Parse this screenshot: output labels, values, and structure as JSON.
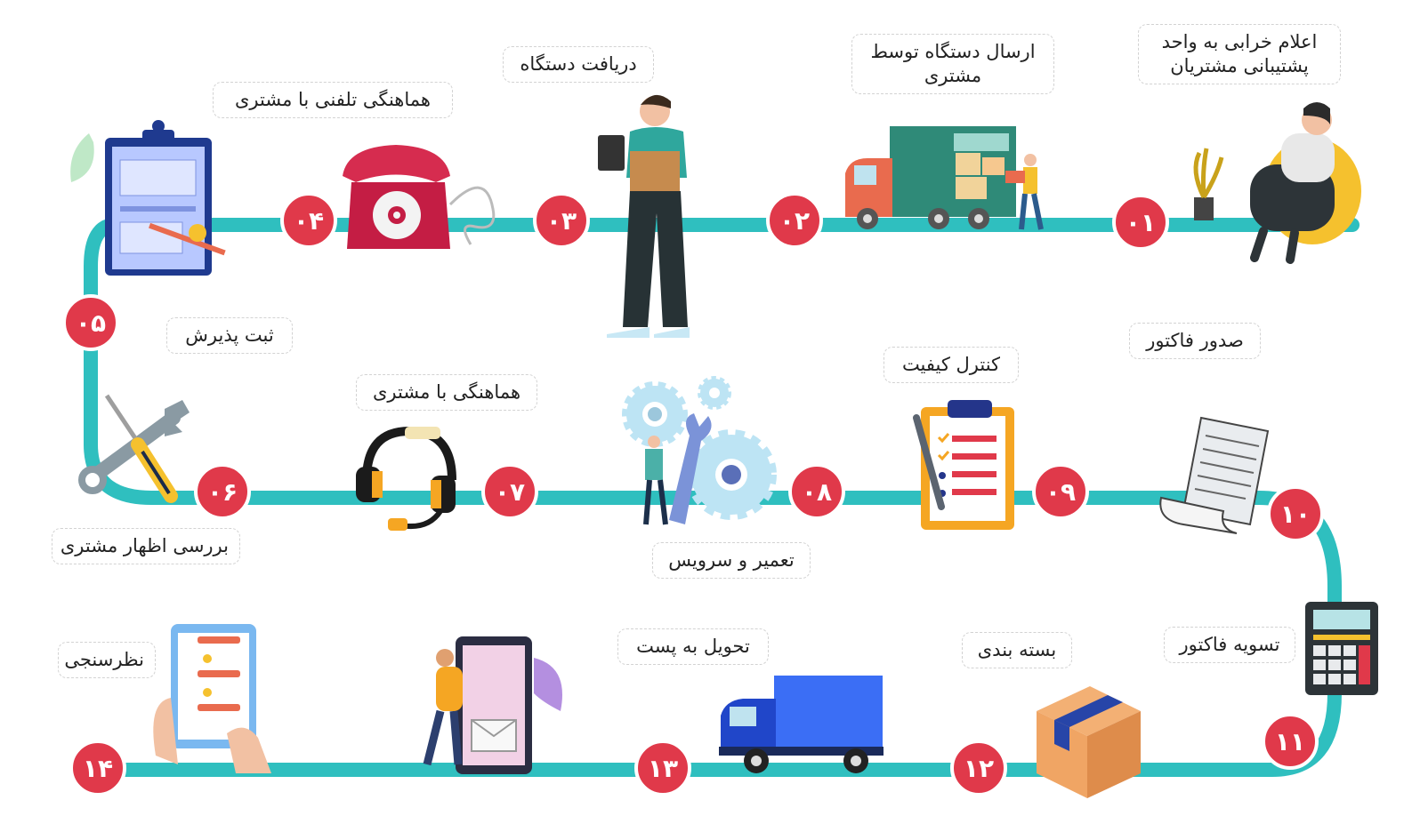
{
  "colors": {
    "path": "#2fbfbf",
    "badge": "#e0394a",
    "badge_border": "#ffffff"
  },
  "steps": [
    {
      "num": "۰۱",
      "label": "اعلام خرابی به واحد\nپشتیبانی مشتریان",
      "icon": "sitting-woman-phone-icon"
    },
    {
      "num": "۰۲",
      "label": "ارسال دستگاه توسط\nمشتری",
      "icon": "moving-truck-icon"
    },
    {
      "num": "۰۳",
      "label": "دریافت دستگاه",
      "icon": "man-receiving-box-icon"
    },
    {
      "num": "۰۴",
      "label": "هماهنگی تلفنی با مشتری",
      "icon": "rotary-phone-icon"
    },
    {
      "num": "۰۵",
      "label": "ثبت پذیرش",
      "icon": "clipboard-form-icon"
    },
    {
      "num": "۰۶",
      "label": "بررسی اظهار مشتری",
      "icon": "wrench-screwdriver-icon"
    },
    {
      "num": "۰۷",
      "label": "هماهنگی با مشتری",
      "icon": "headset-icon"
    },
    {
      "num": "۰۸",
      "label": "تعمیر و سرویس",
      "icon": "gears-icon"
    },
    {
      "num": "۰۹",
      "label": "کنترل کیفیت",
      "icon": "checklist-icon"
    },
    {
      "num": "۱۰",
      "label": "صدور فاکتور",
      "icon": "invoice-receipt-icon"
    },
    {
      "num": "۱۱",
      "label": "تسویه فاکتور",
      "icon": "calculator-icon"
    },
    {
      "num": "۱۲",
      "label": "بسته بندی",
      "icon": "cardboard-box-icon"
    },
    {
      "num": "۱۳",
      "label": "تحویل به پست",
      "icon": "delivery-truck-icon"
    },
    {
      "num": "۱۴",
      "label": "نظرسنجی",
      "icon": "survey-tablet-icon"
    }
  ]
}
